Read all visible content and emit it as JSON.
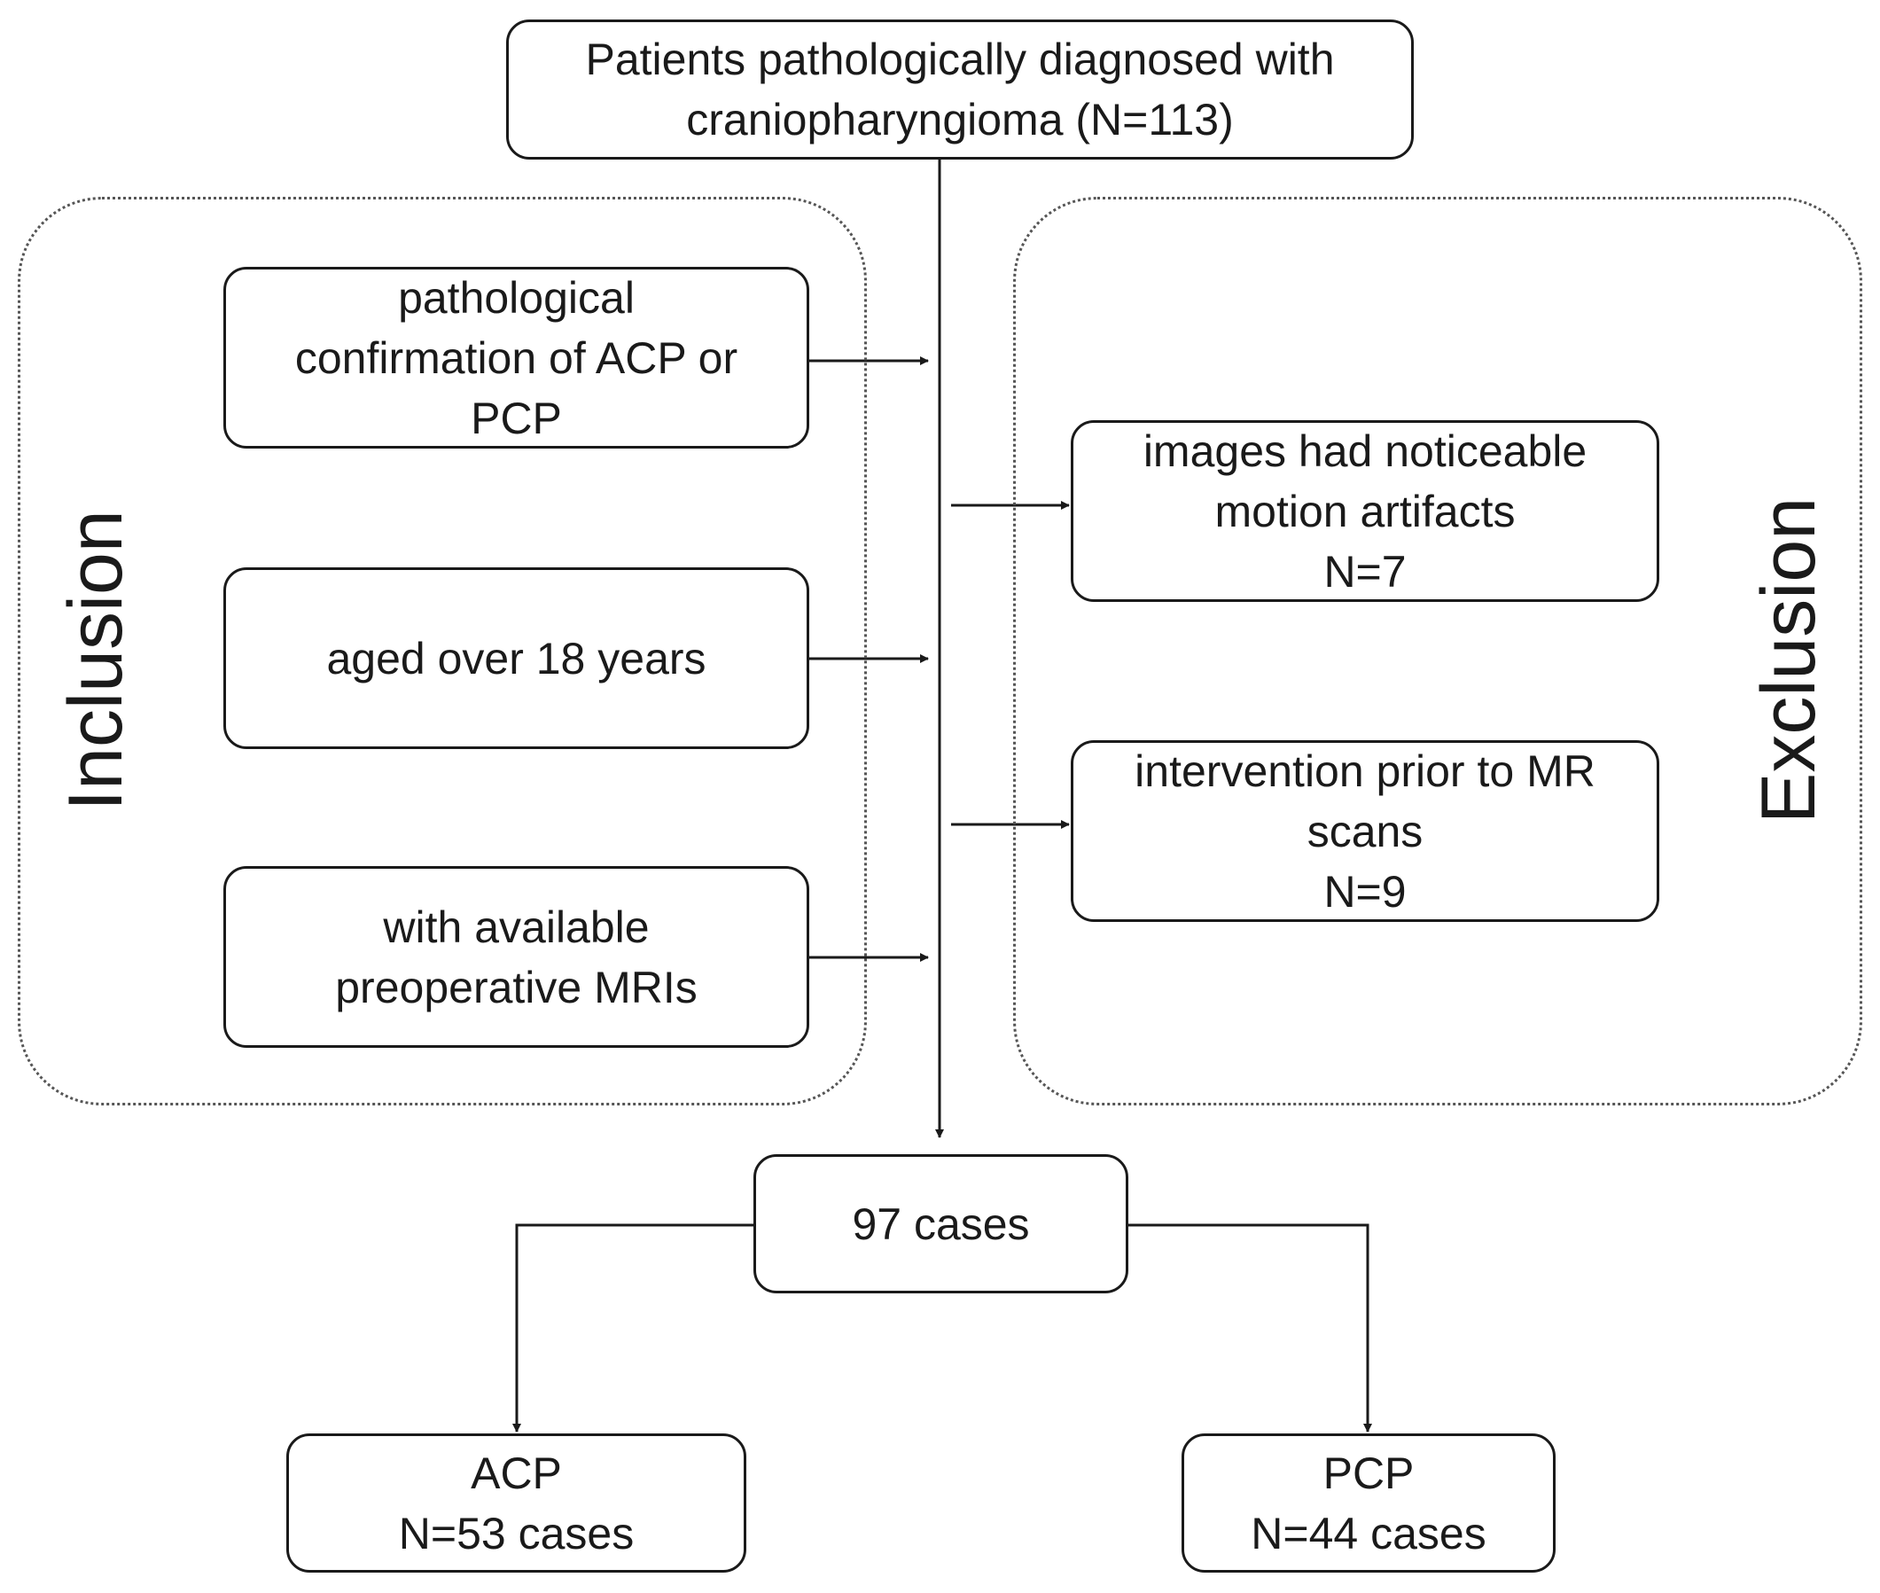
{
  "diagram": {
    "top_box": {
      "lines": [
        "Patients pathologically diagnosed with",
        "craniopharyngioma (N=113)"
      ]
    },
    "inclusion": {
      "label": "Inclusion",
      "criteria": [
        {
          "lines": [
            "pathological",
            "confirmation of ACP or",
            "PCP"
          ]
        },
        {
          "lines": [
            "aged over 18 years"
          ]
        },
        {
          "lines": [
            "with available",
            "preoperative MRIs"
          ]
        }
      ]
    },
    "exclusion": {
      "label": "Exclusion",
      "criteria": [
        {
          "lines": [
            "images had noticeable",
            "motion artifacts",
            "N=7"
          ]
        },
        {
          "lines": [
            "intervention prior to MR",
            "scans",
            "N=9"
          ]
        }
      ]
    },
    "result_box": {
      "lines": [
        "97 cases"
      ]
    },
    "outcomes": [
      {
        "lines": [
          "ACP",
          "N=53 cases"
        ]
      },
      {
        "lines": [
          "PCP",
          "N=44 cases"
        ]
      }
    ]
  }
}
